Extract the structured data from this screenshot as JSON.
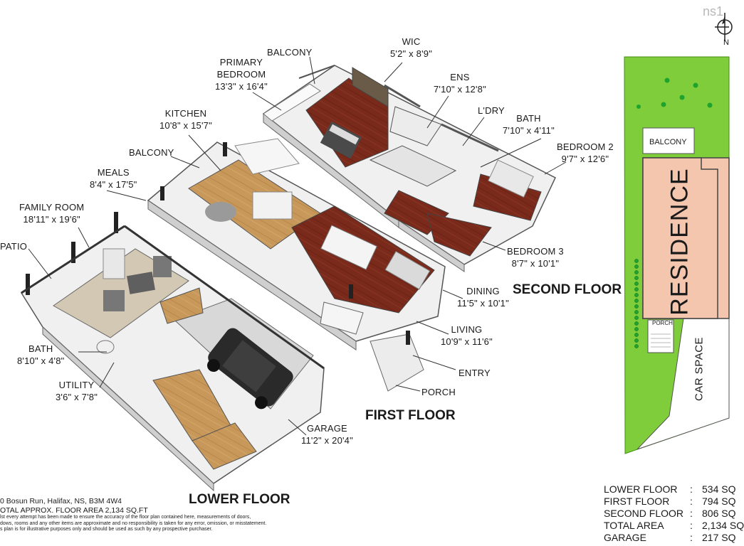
{
  "brand": "ns1",
  "compass": {
    "north": "N"
  },
  "floors": {
    "lower": "LOWER FLOOR",
    "first": "FIRST FLOOR",
    "second": "SECOND FLOOR"
  },
  "rooms": {
    "wic": {
      "name": "WIC",
      "dims": "5'2\" x 8'9\""
    },
    "balcony_upper": {
      "name": "BALCONY"
    },
    "primary": {
      "name1": "PRIMARY",
      "name2": "BEDROOM",
      "dims": "13'3\" x 16'4\""
    },
    "ens": {
      "name": "ENS",
      "dims": "7'10\" x 12'8\""
    },
    "ldry": {
      "name": "L'DRY"
    },
    "bath_upper": {
      "name": "BATH",
      "dims": "7'10\" x 4'11\""
    },
    "bedroom2": {
      "name": "BEDROOM 2",
      "dims": "9'7\" x 12'6\""
    },
    "kitchen": {
      "name": "KITCHEN",
      "dims": "10'8\" x 15'7\""
    },
    "balcony_first": {
      "name": "BALCONY"
    },
    "meals": {
      "name": "MEALS",
      "dims": "8'4\" x 17'5\""
    },
    "family": {
      "name": "FAMILY ROOM",
      "dims": "18'11\" x 19'6\""
    },
    "patio": {
      "name": "PATIO"
    },
    "bedroom3": {
      "name": "BEDROOM 3",
      "dims": "8'7\" x 10'1\""
    },
    "dining": {
      "name": "DINING",
      "dims": "11'5\" x 10'1\""
    },
    "living": {
      "name": "LIVING",
      "dims": "10'9\" x 11'6\""
    },
    "entry": {
      "name": "ENTRY"
    },
    "porch": {
      "name": "PORCH"
    },
    "bath_lower": {
      "name": "BATH",
      "dims": "8'10\" x 4'8\""
    },
    "utility": {
      "name": "UTILITY",
      "dims": "3'6\" x 7'8\""
    },
    "garage": {
      "name": "GARAGE",
      "dims": "11'2\" x 20'4\""
    }
  },
  "site": {
    "balcony": "BALCONY",
    "residence": "RESIDENCE",
    "porch": "PORCH",
    "car_space": "CAR SPACE"
  },
  "areas": [
    {
      "label": "LOWER FLOOR",
      "sep": ":",
      "value": "534 SQ"
    },
    {
      "label": "FIRST FLOOR",
      "sep": ":",
      "value": "794 SQ"
    },
    {
      "label": "SECOND FLOOR",
      "sep": ":",
      "value": "806 SQ"
    },
    {
      "label": "TOTAL AREA",
      "sep": ":",
      "value": "2,134 SQ"
    },
    {
      "label": "GARAGE",
      "sep": ":",
      "value": "217 SQ"
    }
  ],
  "footer": {
    "address": "0 Bosun Run, Halifax, NS, B3M 4W4",
    "total": "OTAL APPROX. FLOOR AREA 2,134 SQ.FT",
    "disclaimer1": "lst every attempt has been made to ensure the accuracy of the floor plan contained here, measurements of doors,",
    "disclaimer2": "dows, rooms and any other items are approximate and no responsibility is taken for any error, omission, or misstatement.",
    "disclaimer3": "s plan is for illustrative purposes only and should be used as such by any prospective purchaser."
  },
  "colors": {
    "wood_dark": "#7a2a1b",
    "wood_light": "#c89c5e",
    "wall": "#e6e6e6",
    "lawn": "#7fcd3a",
    "residence_fill": "#f3c6ad"
  }
}
